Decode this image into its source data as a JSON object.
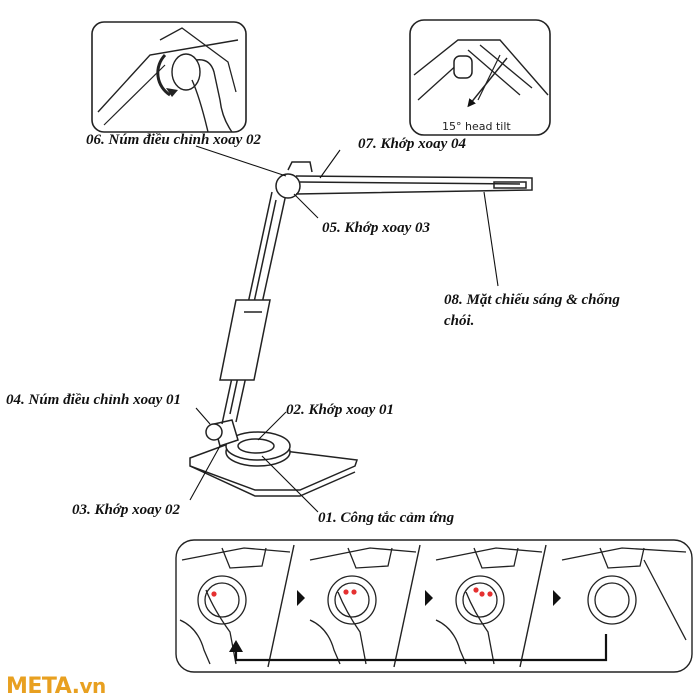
{
  "labels": {
    "l06": "06. Núm điều chỉnh xoay 02",
    "l07": "07. Khớp xoay 04",
    "l05": "05. Khớp xoay 03",
    "l08": "08. Mặt chiếu sáng & chống chói.",
    "l04": "04. Núm điều chỉnh xoay 01",
    "l02": "02. Khớp xoay 01",
    "l03": "03. Khớp xoay 02",
    "l01": "01. Công tắc cảm ứng"
  },
  "inset": {
    "head_tilt": "15° head tilt"
  },
  "watermark": {
    "brand": "META",
    "dot": ".",
    "tld": "vn"
  },
  "colors": {
    "line": "#222222",
    "touch_dot": "#e53030",
    "watermark": "#e8a020"
  }
}
